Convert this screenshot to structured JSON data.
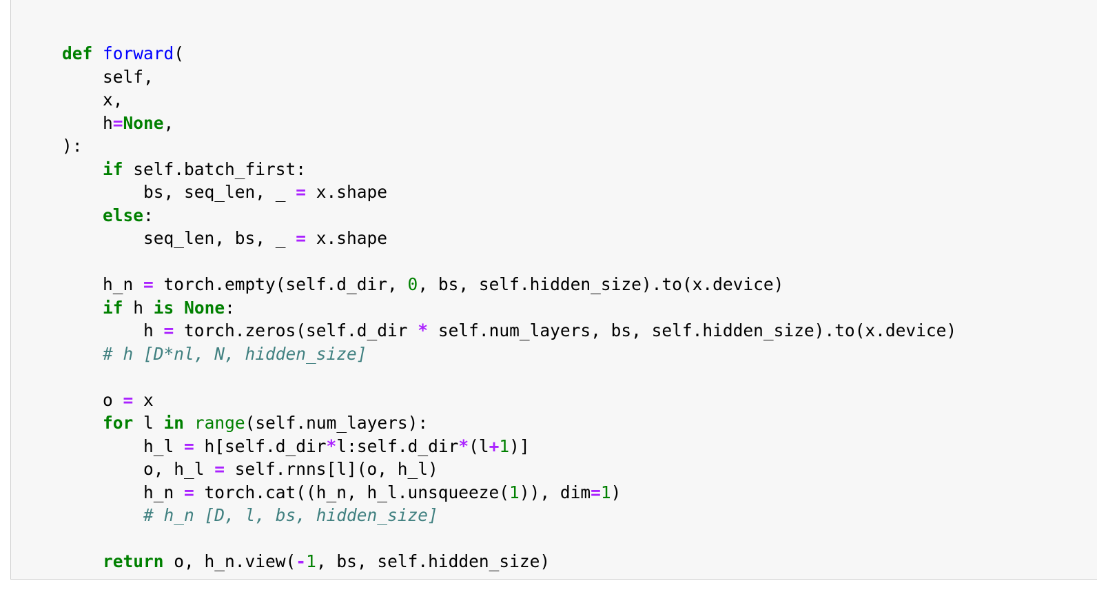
{
  "colors": {
    "keyword": "#008000",
    "function_name": "#0000ff",
    "builtin": "#008000",
    "operator": "#aa22ff",
    "number": "#008000",
    "comment": "#408080",
    "cell_background": "#f7f7f7",
    "cell_border": "#cfcfcf"
  },
  "code": {
    "lines": [
      [
        [
          "kw",
          "def"
        ],
        [
          "",
          " "
        ],
        [
          "fn",
          "forward"
        ],
        [
          "",
          "("
        ]
      ],
      [
        [
          "",
          "    self,"
        ]
      ],
      [
        [
          "",
          "    x,"
        ]
      ],
      [
        [
          "",
          "    h"
        ],
        [
          "op",
          "="
        ],
        [
          "kw",
          "None"
        ],
        [
          "",
          ","
        ]
      ],
      [
        [
          "",
          "):"
        ]
      ],
      [
        [
          "",
          "    "
        ],
        [
          "kw",
          "if"
        ],
        [
          "",
          " self.batch_first:"
        ]
      ],
      [
        [
          "",
          "        bs, seq_len, _ "
        ],
        [
          "op",
          "="
        ],
        [
          "",
          " x.shape"
        ]
      ],
      [
        [
          "",
          "    "
        ],
        [
          "kw",
          "else"
        ],
        [
          "",
          ":"
        ]
      ],
      [
        [
          "",
          "        seq_len, bs, _ "
        ],
        [
          "op",
          "="
        ],
        [
          "",
          " x.shape"
        ]
      ],
      [
        [
          "",
          ""
        ]
      ],
      [
        [
          "",
          "    h_n "
        ],
        [
          "op",
          "="
        ],
        [
          "",
          " torch.empty(self.d_dir, "
        ],
        [
          "num",
          "0"
        ],
        [
          "",
          ", bs, self.hidden_size).to(x.device)"
        ]
      ],
      [
        [
          "",
          "    "
        ],
        [
          "kw",
          "if"
        ],
        [
          "",
          " h "
        ],
        [
          "kw",
          "is"
        ],
        [
          "",
          " "
        ],
        [
          "kw",
          "None"
        ],
        [
          "",
          ":"
        ]
      ],
      [
        [
          "",
          "        h "
        ],
        [
          "op",
          "="
        ],
        [
          "",
          " torch.zeros(self.d_dir "
        ],
        [
          "op",
          "*"
        ],
        [
          "",
          " self.num_layers, bs, self.hidden_size).to(x.device)"
        ]
      ],
      [
        [
          "",
          "    "
        ],
        [
          "cm",
          "# h [D*nl, N, hidden_size]"
        ]
      ],
      [
        [
          "",
          ""
        ]
      ],
      [
        [
          "",
          "    o "
        ],
        [
          "op",
          "="
        ],
        [
          "",
          " x"
        ]
      ],
      [
        [
          "",
          "    "
        ],
        [
          "kw",
          "for"
        ],
        [
          "",
          " l "
        ],
        [
          "kw",
          "in"
        ],
        [
          "",
          " "
        ],
        [
          "bi",
          "range"
        ],
        [
          "",
          "(self.num_layers):"
        ]
      ],
      [
        [
          "",
          "        h_l "
        ],
        [
          "op",
          "="
        ],
        [
          "",
          " h[self.d_dir"
        ],
        [
          "op",
          "*"
        ],
        [
          "",
          "l:self.d_dir"
        ],
        [
          "op",
          "*"
        ],
        [
          "",
          "(l"
        ],
        [
          "op",
          "+"
        ],
        [
          "num",
          "1"
        ],
        [
          "",
          ")]"
        ]
      ],
      [
        [
          "",
          "        o, h_l "
        ],
        [
          "op",
          "="
        ],
        [
          "",
          " self.rnns[l](o, h_l)"
        ]
      ],
      [
        [
          "",
          "        h_n "
        ],
        [
          "op",
          "="
        ],
        [
          "",
          " torch.cat((h_n, h_l.unsqueeze("
        ],
        [
          "num",
          "1"
        ],
        [
          "",
          ")), dim"
        ],
        [
          "op",
          "="
        ],
        [
          "num",
          "1"
        ],
        [
          "",
          ")"
        ]
      ],
      [
        [
          "",
          "        "
        ],
        [
          "cm",
          "# h_n [D, l, bs, hidden_size]"
        ]
      ],
      [
        [
          "",
          ""
        ]
      ],
      [
        [
          "",
          "    "
        ],
        [
          "kw",
          "return"
        ],
        [
          "",
          " o, h_n.view("
        ],
        [
          "op",
          "-"
        ],
        [
          "num",
          "1"
        ],
        [
          "",
          ", bs, self.hidden_size)"
        ]
      ]
    ]
  }
}
